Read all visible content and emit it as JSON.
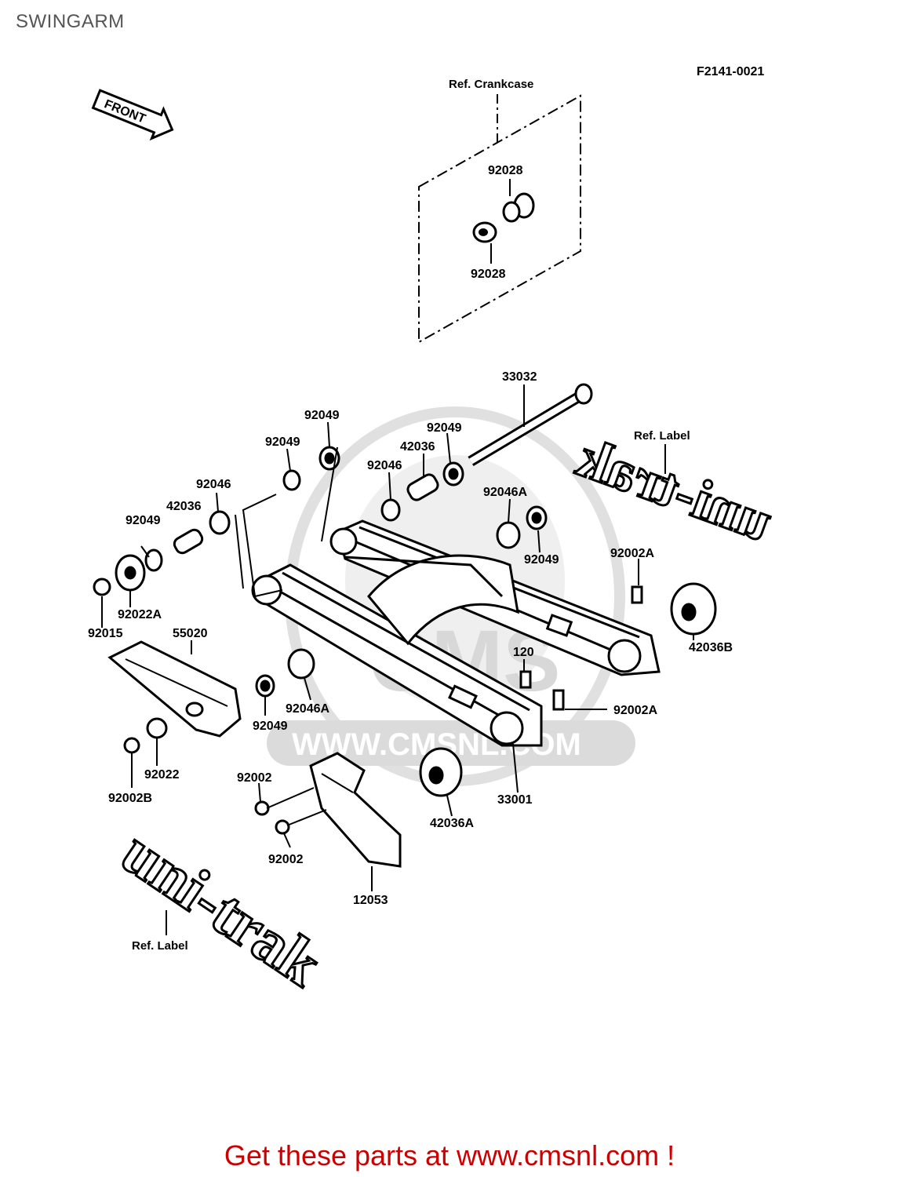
{
  "page_title": "SWINGARM",
  "diagram_code": "F2141-0021",
  "front_arrow_label": "FRONT",
  "refs": {
    "crankcase": "Ref. Crankcase",
    "label_top": "Ref. Label",
    "label_bottom": "Ref. Label"
  },
  "logo_text": "uni-trak",
  "watermark": {
    "brand": "CMS",
    "url": "WWW.CMSNL.COM"
  },
  "part_labels": [
    "92028",
    "92028",
    "33032",
    "92049",
    "92049",
    "92049",
    "42036",
    "92046",
    "92046",
    "42036",
    "92049",
    "92046A",
    "92049",
    "92002A",
    "42036B",
    "92022A",
    "92015",
    "55020",
    "120",
    "92002A",
    "92046A",
    "92049",
    "92022",
    "92002B",
    "92002",
    "92002",
    "12053",
    "42036A",
    "33001"
  ],
  "footer": "Get these parts at www.cmsnl.com !"
}
